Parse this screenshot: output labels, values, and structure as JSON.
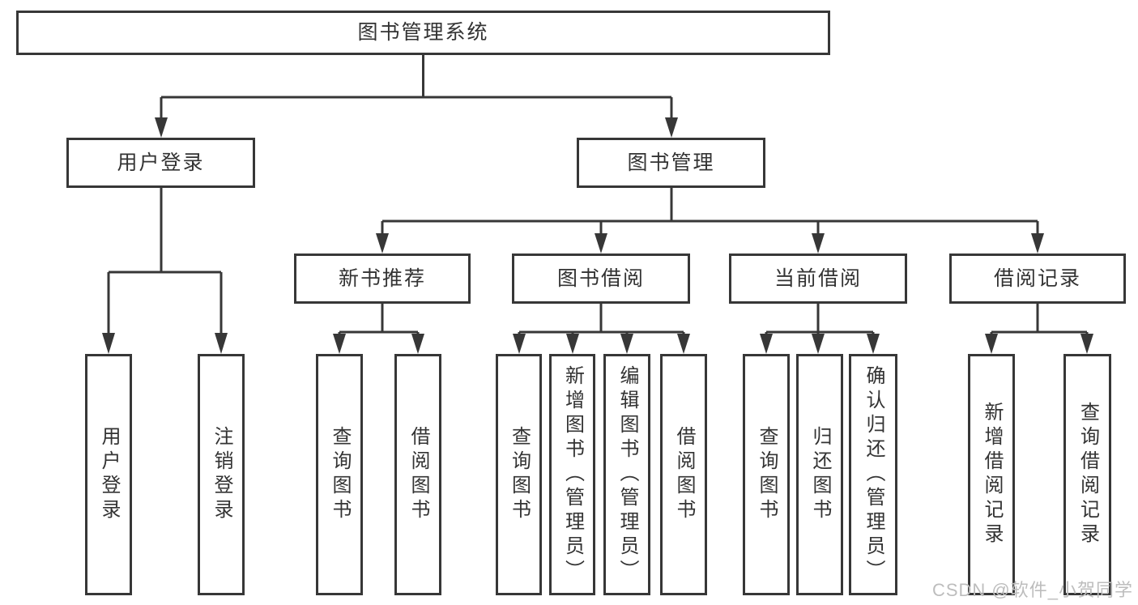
{
  "tree": {
    "root": {
      "label": "图书管理系统"
    },
    "branches": [
      {
        "label": "用户登录",
        "children": [
          {
            "label": "用户登录"
          },
          {
            "label": "注销登录"
          }
        ]
      },
      {
        "label": "图书管理",
        "children": [
          {
            "label": "新书推荐",
            "children": [
              {
                "label": "查询图书"
              },
              {
                "label": "借阅图书"
              }
            ]
          },
          {
            "label": "图书借阅",
            "children": [
              {
                "label": "查询图书"
              },
              {
                "label": "新增图书（管理员）"
              },
              {
                "label": "编辑图书（管理员）"
              },
              {
                "label": "借阅图书"
              }
            ]
          },
          {
            "label": "当前借阅",
            "children": [
              {
                "label": "查询图书"
              },
              {
                "label": "归还图书"
              },
              {
                "label": "确认归还（管理员）"
              }
            ]
          },
          {
            "label": "借阅记录",
            "children": [
              {
                "label": "新增借阅记录"
              },
              {
                "label": "查询借阅记录"
              }
            ]
          }
        ]
      }
    ]
  },
  "watermark": "CSDN @软件_小贺同学",
  "colors": {
    "line": "#373737",
    "box_border": "#373737",
    "box_fill": "#ffffff",
    "text": "#333333",
    "watermark": "#bdbdbd",
    "background": "#ffffff"
  }
}
